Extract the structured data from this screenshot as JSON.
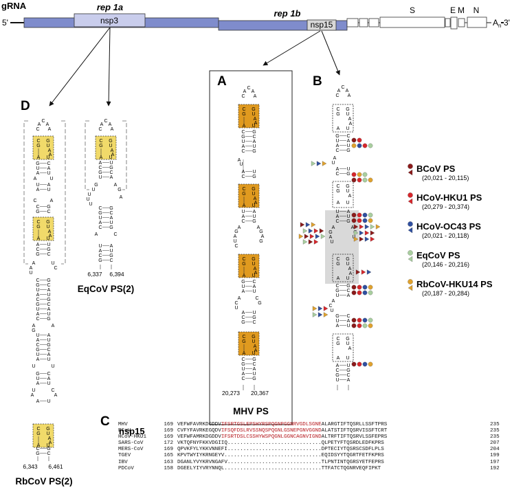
{
  "genome": {
    "title": "gRNA",
    "five_prime": "5'",
    "three_prime": "3'",
    "polyA": "A",
    "polyA_sub": "n",
    "rep1a": "rep 1a",
    "rep1b": "rep 1b",
    "nsp3": "nsp3",
    "nsp15": "nsp15",
    "genes": [
      "S",
      "E",
      "M",
      "N"
    ],
    "colors": {
      "orf": "#7f8ccc",
      "orf_light": "#c9cdec",
      "nsp15_box": "#d8d8d8"
    }
  },
  "panels": {
    "A": "A",
    "B": "B",
    "C": "C",
    "D": "D"
  },
  "structures": {
    "mhv": {
      "name": "MHV PS",
      "coord_left": "20,273",
      "coord_right": "20,367"
    },
    "eqcov": {
      "name": "EqCoV PS(2)",
      "coord_left": "6,337",
      "coord_right": "6,394"
    },
    "rbcov": {
      "name": "RbCoV PS(2)",
      "coord_left": "6,343",
      "coord_right": "6,461"
    },
    "colors": {
      "orange": "#e09a1f",
      "yellow": "#f1da6a",
      "grey": "#d9d9d9"
    }
  },
  "legend": [
    {
      "name": "BCoV PS",
      "range": "(20,021 - 20,115)",
      "color": "#8b1a1a"
    },
    {
      "name": "HCoV-HKU1 PS",
      "range": "(20,279 - 20,374)",
      "color": "#d7262b"
    },
    {
      "name": "HCoV-OC43 PS",
      "range": "(20,021 - 20,118)",
      "color": "#2f4fa0"
    },
    {
      "name": "EqCoV PS",
      "range": "(20,146 - 20,216)",
      "color": "#a9cf9f"
    },
    {
      "name": "RbCoV-HKU14 PS",
      "range": "(20,187 - 20,284)",
      "color": "#e0a22e"
    }
  ],
  "alignment": {
    "title": "nsp15",
    "rows": [
      {
        "name": "MHV",
        "start": "169",
        "pre": "VEFWFAVRKDGDDV",
        "red": "IFSRTGSLEPSHYRSPQGNPGGNRVGDLSGNE",
        "post": "ALARGTIFTQSRLLSSFTPRS",
        "end": "235"
      },
      {
        "name": "BCoV",
        "start": "169",
        "pre": "CVFYFAVRKEGQDV",
        "red": "IFSQFDSLRVSSNQSPQGNLGSNEPGNVGGND",
        "post": "ALATSTIFTQSRVISSFTCRT",
        "end": "235"
      },
      {
        "name": "HCoV-HKU1",
        "start": "169",
        "pre": "VEFWFAMRKDGDDV",
        "red": "IFSRTDSLCSSHYWSPQGNLGGNCAGNVIGND",
        "post": "ALTRFTIFTQSRVLSSFEPRS",
        "end": "235"
      },
      {
        "name": "SARS-CoV",
        "start": "172",
        "pre": "VKTQFNYFKKVDGIIQ",
        "red": "",
        "post": "..............................QLPETYFTQSRDLEDFKPRS",
        "end": "207"
      },
      {
        "name": "MERS-CoV",
        "start": "169",
        "pre": "QPVKFYLYKKVNNEFI",
        "red": "",
        "post": "..............................DPTECIYTQSRSCSDFLPLS",
        "end": "204"
      },
      {
        "name": "TGEV",
        "start": "165",
        "pre": "KPVTWYIYKRNGEYV",
        "red": "",
        "post": "...............................EQIDSYYTQGRTFETFKPRS",
        "end": "199"
      },
      {
        "name": "IBV",
        "start": "163",
        "pre": "DGANLYVYKRVNGAFV",
        "red": "",
        "post": "..............................TLPNTINTQGRSYETFEPRS",
        "end": "197"
      },
      {
        "name": "PDCoV",
        "start": "158",
        "pre": "DGEELYIYVRYNNQL",
        "red": "",
        "post": "...............................TTFATCTQGNRVEQFIPKT",
        "end": "192"
      }
    ]
  }
}
